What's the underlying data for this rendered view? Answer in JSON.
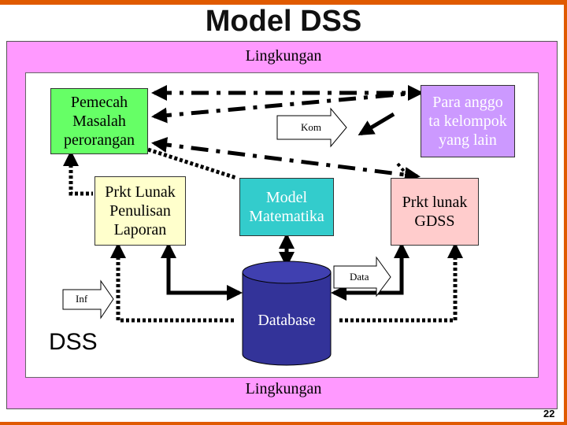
{
  "title": "Model DSS",
  "environment_top": "Lingkungan",
  "environment_bottom": "Lingkungan",
  "boxes": {
    "individual": "Pemecah\nMasalah\nperorangan",
    "report_software": "Prkt Lunak\nPenulisan\nLaporan",
    "group_members": "Para anggo\nta kelompok\nyang lain",
    "math_model": "Model\nMatematika",
    "gdss_software": "Prkt lunak\nGDSS",
    "database": "Database"
  },
  "arrow_labels": {
    "kom": "Kom",
    "data": "Data",
    "inf": "Inf"
  },
  "dss_label": "DSS",
  "page_number": "22",
  "colors": {
    "accent_bar": "#e05a00",
    "environment": "#ff99ff",
    "individual_box": "#66ff66",
    "report_box": "#ffffcc",
    "group_box": "#cc99ff",
    "model_box": "#33cccc",
    "gdss_box": "#ffcccc",
    "database": "#333399"
  }
}
